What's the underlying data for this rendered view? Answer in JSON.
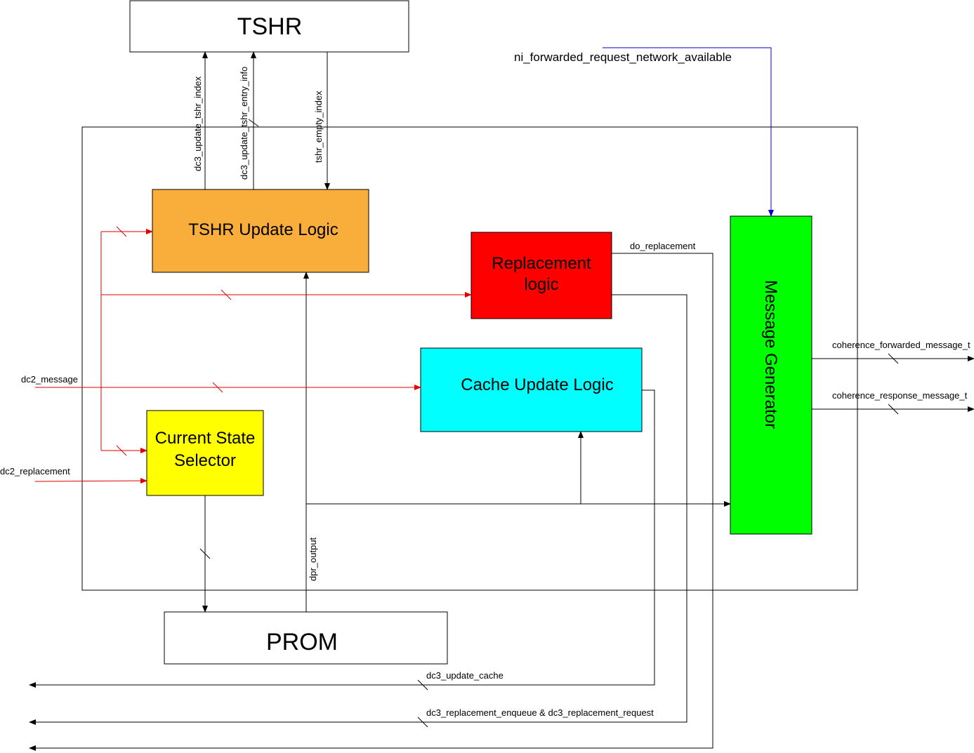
{
  "blocks": {
    "tshr": {
      "label": "TSHR"
    },
    "prom": {
      "label": "PROM"
    },
    "tshr_update": {
      "label": "TSHR Update Logic",
      "color": "#F9AE3B"
    },
    "replacement": {
      "label_line1": "Replacement",
      "label_line2": "logic",
      "color": "#FF0000"
    },
    "cache_update": {
      "label": "Cache Update Logic",
      "color": "#00FFFF"
    },
    "current_state": {
      "label_line1": "Current State",
      "label_line2": "Selector",
      "color": "#FFFF00"
    },
    "message_gen": {
      "label": "Message Generator",
      "color": "#00FF00"
    }
  },
  "signals": {
    "dc3_update_tshr_index": "dc3_update_tshr_index",
    "dc3_update_tshr_entry_info": "dc3_update_tshr_entry_info",
    "tshr_empty_index": "tshr_empty_index",
    "ni_forwarded_request_network_available": "ni_forwarded_request_network_available",
    "do_replacement": "do_replacement",
    "dc2_message": "dc2_message",
    "dc2_replacement": "dc2_replacement",
    "dpr_output": "dpr_output",
    "coherence_forwarded_message_t": "coherence_forwarded_message_t",
    "coherence_response_message_t": "coherence_response_message_t",
    "dc3_update_cache": "dc3_update_cache",
    "dc3_replacement": "dc3_replacement_enqueue & dc3_replacement_request"
  },
  "colors": {
    "red_wire": "#E00000",
    "blue_wire": "#0000CC",
    "black_wire": "#000000"
  }
}
